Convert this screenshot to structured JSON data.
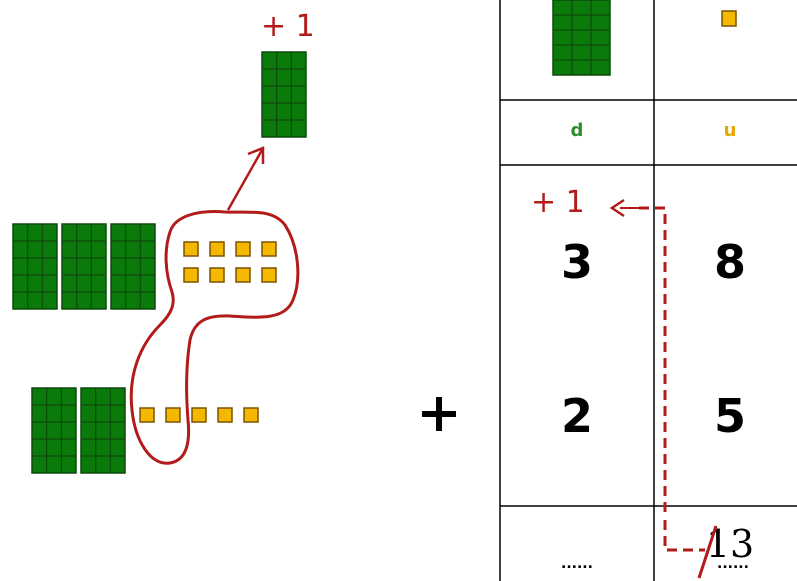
{
  "colors": {
    "ten_block_fill": "#0a7a0a",
    "ten_block_line": "#0d4a0d",
    "unit_fill": "#f5b800",
    "unit_line": "#7a5200",
    "red": "#b31b1b",
    "label_tens": "#2e8b2e",
    "label_units": "#e5a800"
  },
  "left_model": {
    "carry_label": "+ 1",
    "top_row": {
      "ten_blocks": 3,
      "units": 8
    },
    "bottom_row": {
      "ten_blocks": 2,
      "units": 5
    },
    "carried_ten_blocks": 1
  },
  "operator": "+",
  "table": {
    "header_icons": [
      "ten-block-icon",
      "unit-cube-icon"
    ],
    "column_labels": {
      "tens": "d",
      "units": "u"
    },
    "carry_label": "+ 1",
    "carry_arrow_head": "←",
    "numbers": {
      "top": {
        "tens": "3",
        "units": "8"
      },
      "bottom": {
        "tens": "2",
        "units": "5"
      }
    },
    "result": {
      "tens_placeholder": "......",
      "units_placeholder": "......",
      "units_value": "13"
    }
  }
}
